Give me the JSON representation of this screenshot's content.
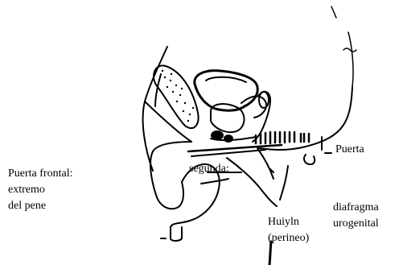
{
  "diagram": {
    "labels": {
      "front_gate": {
        "line1": "Puerta frontal:",
        "line2": "extremo",
        "line3": "del pene"
      },
      "gate": "Puerta",
      "second": "segunda:",
      "diaphragm": {
        "line1": "diafragma",
        "line2": "urogenital"
      },
      "perineum": {
        "line1": "Huiyln",
        "line2": "(perineo)"
      }
    },
    "colors": {
      "ink": "#000000",
      "background": "#ffffff"
    }
  }
}
